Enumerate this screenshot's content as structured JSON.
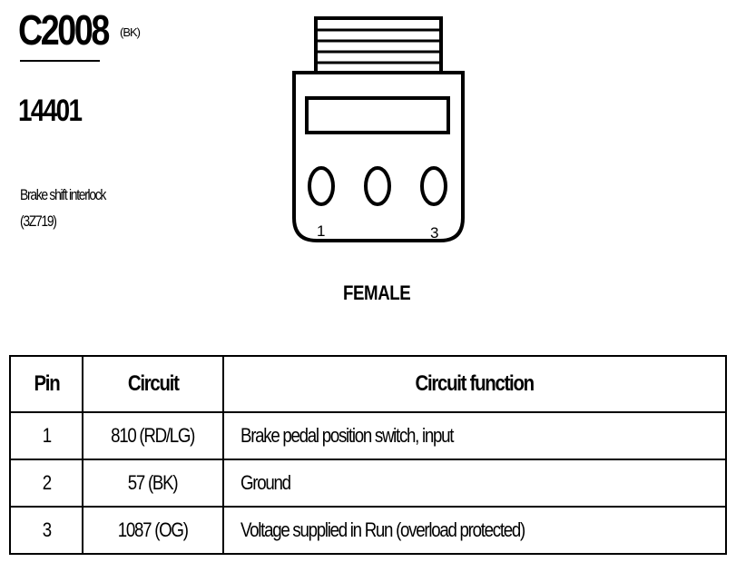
{
  "connector": {
    "id": "C2008",
    "color_code": "(BK)",
    "part_number": "14401",
    "description_line1": "Brake shift interlock",
    "description_line2": "(3Z719)",
    "gender": "FEMALE",
    "pin_labels": [
      "1",
      "3"
    ]
  },
  "table": {
    "headers": [
      "Pin",
      "Circuit",
      "Circuit function"
    ],
    "rows": [
      {
        "pin": "1",
        "circuit": "810 (RD/LG)",
        "function": "Brake pedal position switch, input"
      },
      {
        "pin": "2",
        "circuit": "57 (BK)",
        "function": "Ground"
      },
      {
        "pin": "3",
        "circuit": "1087 (OG)",
        "function": "Voltage supplied in Run (overload protected)"
      }
    ]
  }
}
